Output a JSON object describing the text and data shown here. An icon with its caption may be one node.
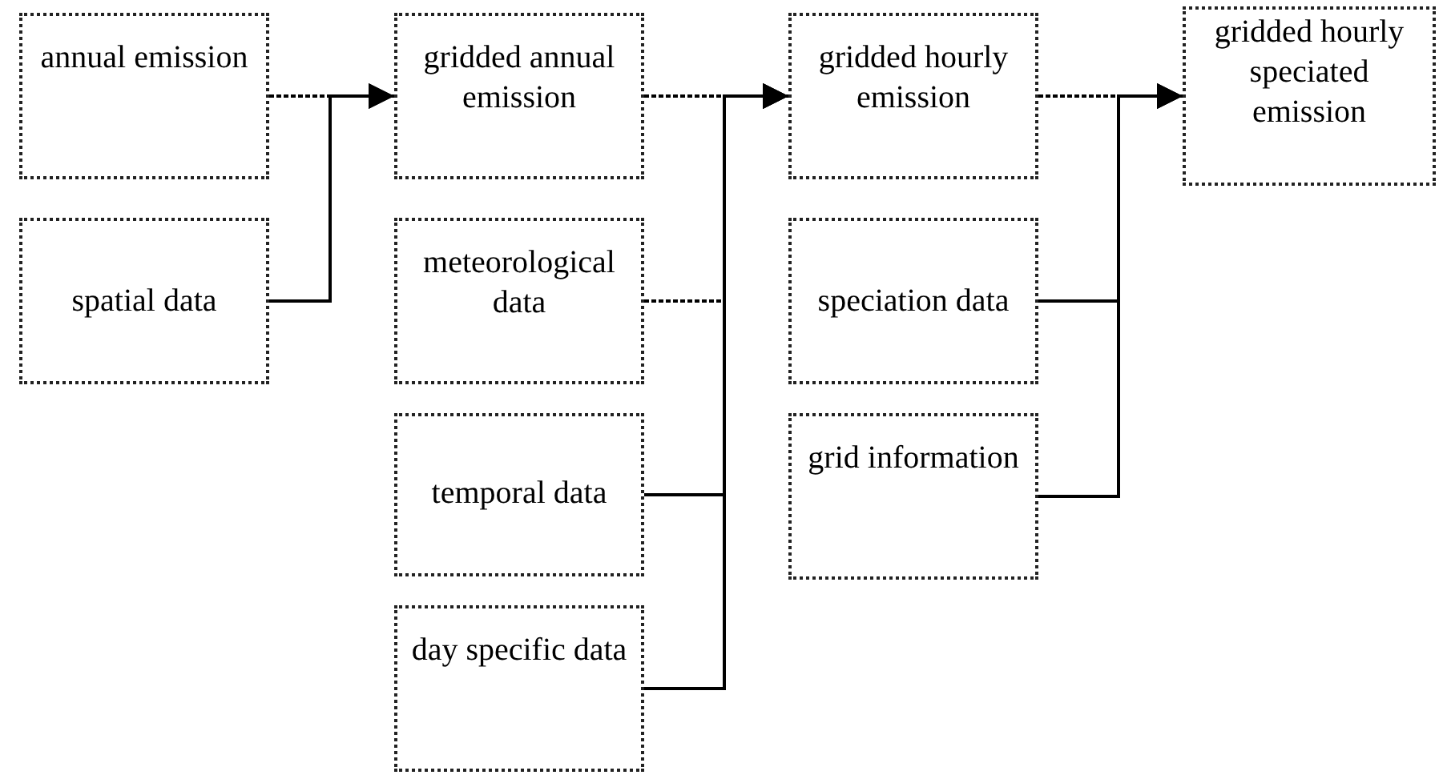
{
  "diagram": {
    "nodes": [
      {
        "text": [
          "annual emission"
        ]
      },
      {
        "text": [
          "spatial data"
        ]
      },
      {
        "text": [
          "gridded annual emission"
        ]
      },
      {
        "text": [
          "meteorological data"
        ]
      },
      {
        "text": [
          "temporal data"
        ]
      },
      {
        "text": [
          "day specific data"
        ]
      },
      {
        "text": [
          "gridded hourly emission"
        ]
      },
      {
        "text": [
          "speciation data"
        ]
      },
      {
        "text": [
          "grid information"
        ]
      },
      {
        "text": [
          "gridded hourly speciated emission"
        ]
      }
    ],
    "edges": [
      {
        "from": 0,
        "to": 2,
        "arrow": "to",
        "style": "dashed"
      },
      {
        "from": 1,
        "to": 2,
        "arrow": "to"
      },
      {
        "from": 2,
        "to": 6,
        "arrow": "to",
        "style": "dashed"
      },
      {
        "from": 3,
        "to": 6,
        "arrow": "to",
        "style": "dashed"
      },
      {
        "from": 4,
        "to": 6,
        "arrow": "to"
      },
      {
        "from": 5,
        "to": 6,
        "arrow": "to"
      },
      {
        "from": 6,
        "to": 9,
        "arrow": "to",
        "style": "dashed"
      },
      {
        "from": 7,
        "to": 9,
        "arrow": "to"
      },
      {
        "from": 8,
        "to": 9,
        "arrow": "to"
      }
    ]
  }
}
